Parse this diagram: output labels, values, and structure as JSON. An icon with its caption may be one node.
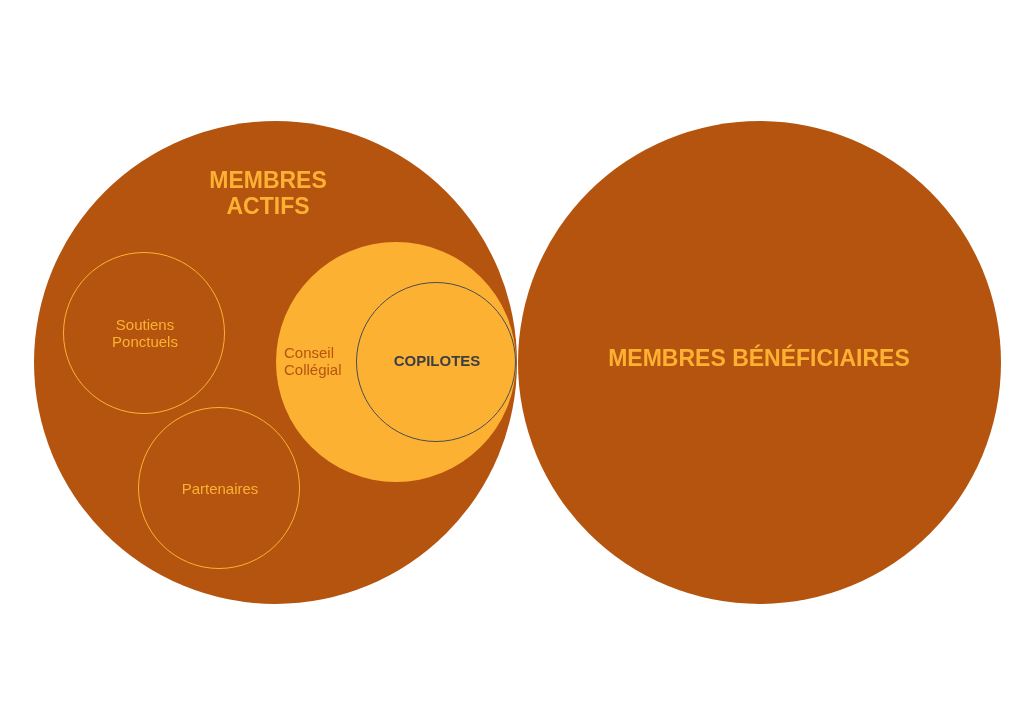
{
  "diagram": {
    "nodes": [
      {
        "text": [
          "MEMBRES ACTIFS"
        ]
      },
      {
        "text": [
          "Soutiens Ponctuels"
        ],
        "in": 0
      },
      {
        "text": [
          "Partenaires"
        ],
        "in": 0
      },
      {
        "text": [
          "Conseil Collégial"
        ],
        "in": 0
      },
      {
        "text": [
          "COPILOTES"
        ],
        "in": 3
      },
      {
        "text": [
          "MEMBRES BÉNÉFICIAIRES"
        ]
      }
    ],
    "edges": []
  }
}
